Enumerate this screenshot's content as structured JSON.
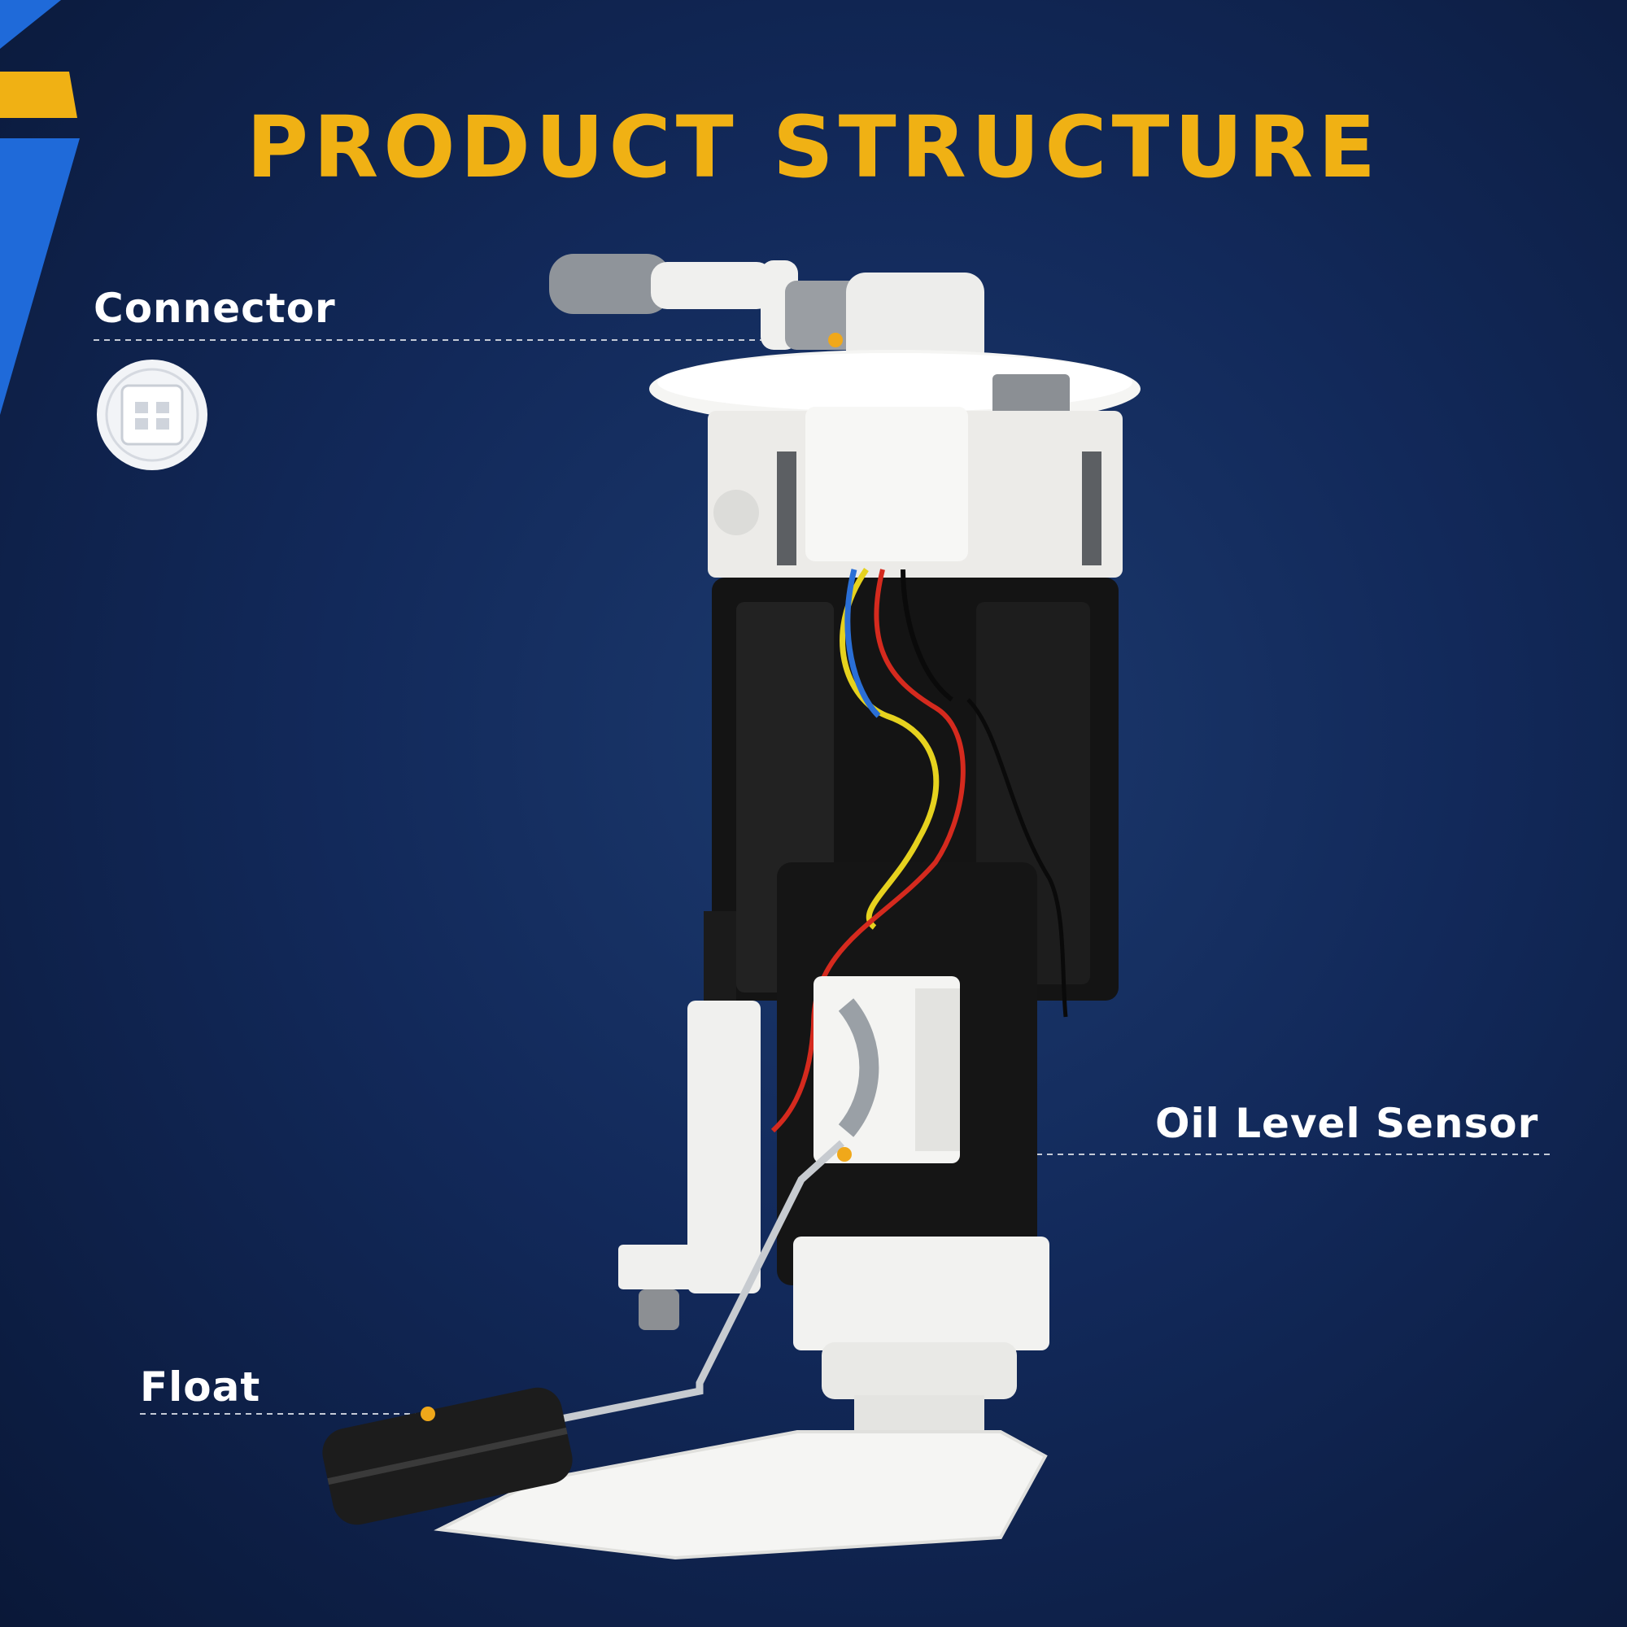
{
  "heading": "PRODUCT STRUCTURE",
  "callouts": {
    "connector": "Connector",
    "oil_level_sensor": "Oil Level Sensor",
    "float": "Float"
  },
  "colors": {
    "background": "#12295a",
    "title": "#f0b114",
    "accent_blue": "#1f6ad9",
    "callout_dot": "#f0a81a",
    "label": "#ffffff"
  },
  "icons": [
    "connector-plug-icon",
    "fuel-pump-assembly"
  ]
}
